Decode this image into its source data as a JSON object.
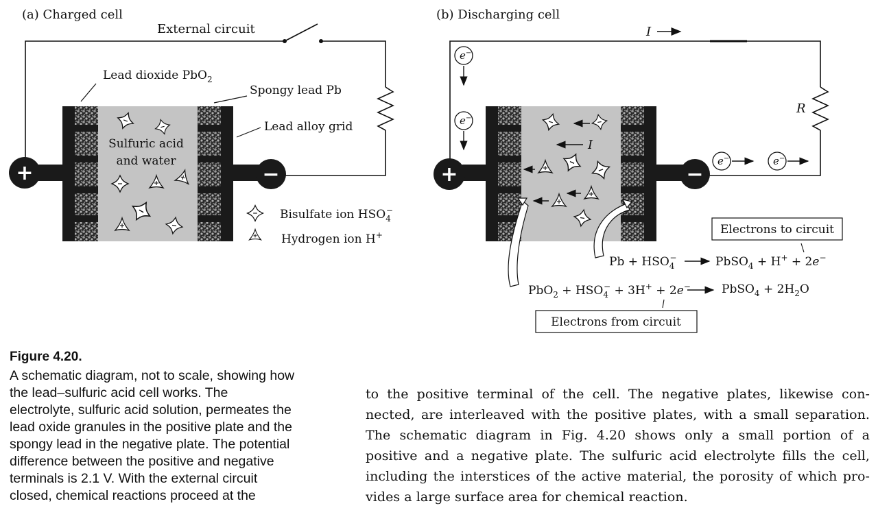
{
  "panel_a": {
    "title": "(a) Charged cell",
    "external_circuit": "External circuit",
    "lead_dioxide": "Lead dioxide PbO",
    "lead_dioxide_sub": "2",
    "spongy_lead": "Spongy lead Pb",
    "lead_alloy_grid": "Lead alloy grid",
    "electrolyte_line1": "Sulfuric acid",
    "electrolyte_line2": "and water",
    "legend_bisulfate": "Bisulfate ion HSO",
    "legend_bisulfate_sub": "4",
    "legend_bisulfate_sup": "−",
    "legend_hydrogen": "Hydrogen ion H",
    "legend_hydrogen_sup": "+"
  },
  "panel_b": {
    "title": "(b) Discharging cell",
    "current_label": "I",
    "resistor_label": "R",
    "electron_label": "e",
    "electron_sup": "−",
    "electrons_to_circuit": "Electrons to circuit",
    "electrons_from_circuit": "Electrons from circuit",
    "reaction_negative_left": "Pb + HSO",
    "reaction_negative_right": "PbSO",
    "reaction_negative_right_tail": " + H",
    "reaction_negative_right_tail2": " + 2",
    "reaction_positive_left": "PbO",
    "reaction_positive_left_tail": " + HSO",
    "reaction_positive_left_tail2": " + 3H",
    "reaction_positive_left_tail3": " + 2",
    "reaction_positive_right": "PbSO",
    "reaction_positive_right_tail": " + 2H",
    "reaction_positive_right_tail2": "O"
  },
  "terminals": {
    "plus": "+",
    "minus": "−"
  },
  "caption": {
    "title": "Figure 4.20.",
    "lines": [
      "A schematic diagram, not to scale, showing how",
      "the lead–sulfuric acid cell works. The",
      "electrolyte, sulfuric acid solution, permeates the",
      "lead oxide granules in the positive plate and the",
      "spongy lead in the negative plate. The potential",
      "difference between the positive and negative",
      "terminals is 2.1 V. With the external circuit",
      "closed, chemical reactions proceed at the"
    ]
  },
  "body_text": {
    "lines": [
      "to the positive terminal of the cell. The negative plates, likewise con-",
      "nected, are interleaved with the positive plates, with a small separation.",
      "The schematic diagram in Fig. 4.20 shows only a small portion of a",
      "positive and a negative plate. The sulfuric acid electrolyte fills the cell,",
      "including the interstices of the active material, the porosity of which pro-",
      "vides a large surface area for chemical reaction."
    ]
  },
  "colors": {
    "ink": "#111111",
    "electrolyte": "#c4c4c4",
    "grid": "#1a1a1a",
    "granule": "#7a7a7a"
  }
}
